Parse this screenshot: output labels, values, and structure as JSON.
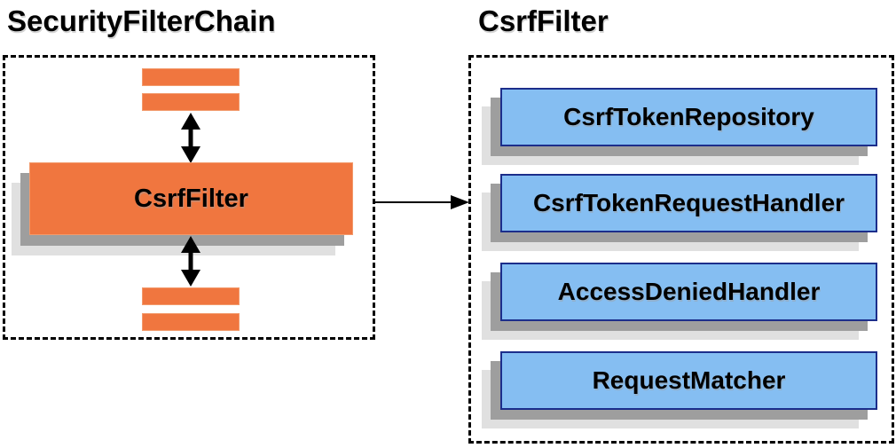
{
  "colors": {
    "orange": "#F0763F",
    "orange_border": "#F29A6C",
    "blue": "#85BEF2",
    "blue_border": "#1C2E8B",
    "shadow_dark": "#9E9E9E",
    "shadow_light": "#E0E0E0",
    "line": "#000000"
  },
  "left_panel": {
    "title": "SecurityFilterChain",
    "csrf_filter_label": "CsrfFilter"
  },
  "right_panel": {
    "title": "CsrfFilter",
    "components": [
      {
        "label": "CsrfTokenRepository"
      },
      {
        "label": "CsrfTokenRequestHandler"
      },
      {
        "label": "AccessDeniedHandler"
      },
      {
        "label": "RequestMatcher"
      }
    ]
  },
  "connectors": {
    "top_connector": "double-headed-vertical-arrow",
    "bottom_connector": "double-headed-vertical-arrow",
    "link_connector": "right-arrow"
  }
}
